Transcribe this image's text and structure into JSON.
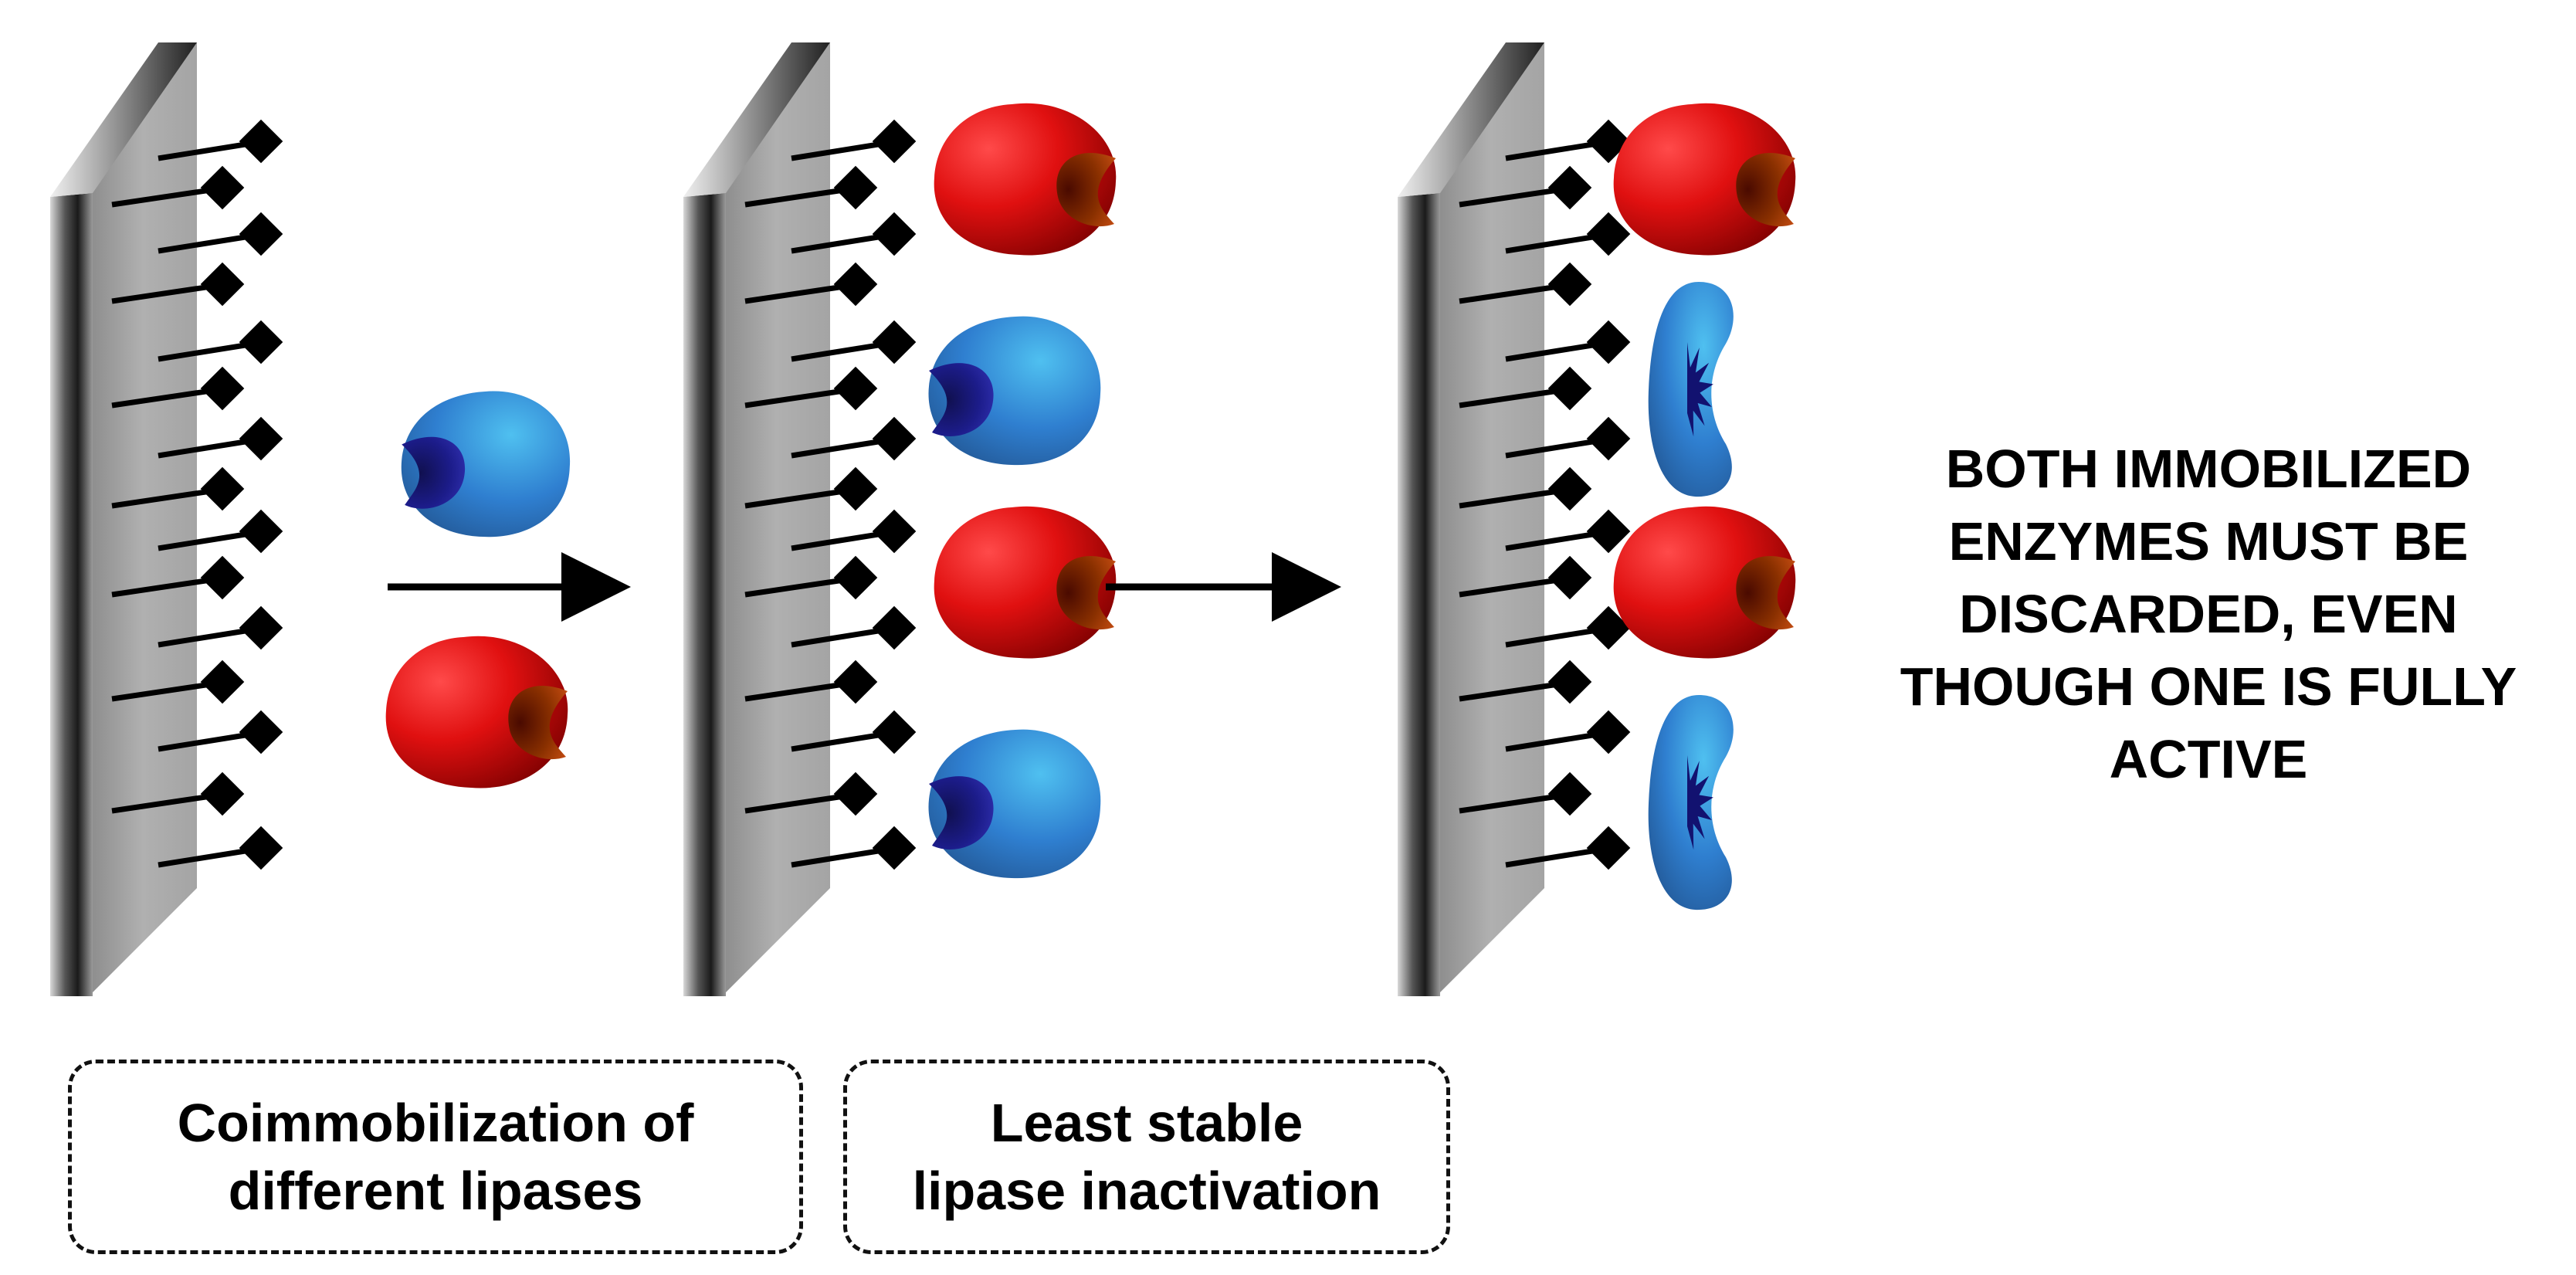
{
  "captions": {
    "step1": [
      "Coimmobilization of",
      "different lipases"
    ],
    "step2": [
      "Least stable",
      "lipase inactivation"
    ]
  },
  "result_text": [
    "BOTH IMMOBILIZED",
    "ENZYMES MUST BE",
    "DISCARDED, EVEN",
    "THOUGH ONE IS FULLY",
    "ACTIVE"
  ],
  "colors": {
    "red_enzyme": "#e01010",
    "blue_enzyme": "#2f7fd0",
    "support": "#a8a8a8",
    "linker": "#000000"
  },
  "panels": [
    {
      "name": "support-1",
      "enzymes": []
    },
    {
      "name": "support-2",
      "enzymes": [
        "red",
        "blue",
        "red",
        "blue"
      ]
    },
    {
      "name": "support-3",
      "enzymes": [
        "red",
        "blue-inactive",
        "red",
        "blue-inactive"
      ]
    }
  ],
  "free_enzymes": [
    "blue",
    "red"
  ]
}
